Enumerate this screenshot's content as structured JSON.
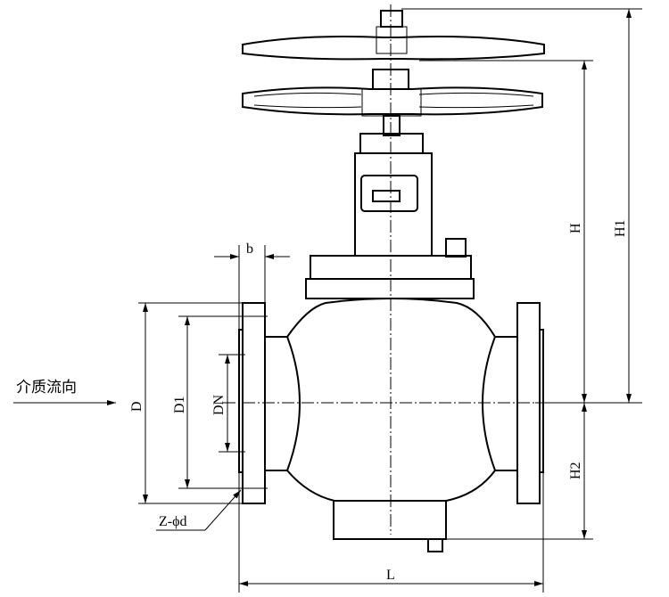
{
  "title": "Globe valve dimension drawing",
  "labels": {
    "flow": "介质流向",
    "b": "b",
    "D": "D",
    "D1": "D1",
    "DN": "DN",
    "H": "H",
    "H1": "H1",
    "H2": "H2",
    "L": "L",
    "bolt": "Z-ϕd"
  }
}
